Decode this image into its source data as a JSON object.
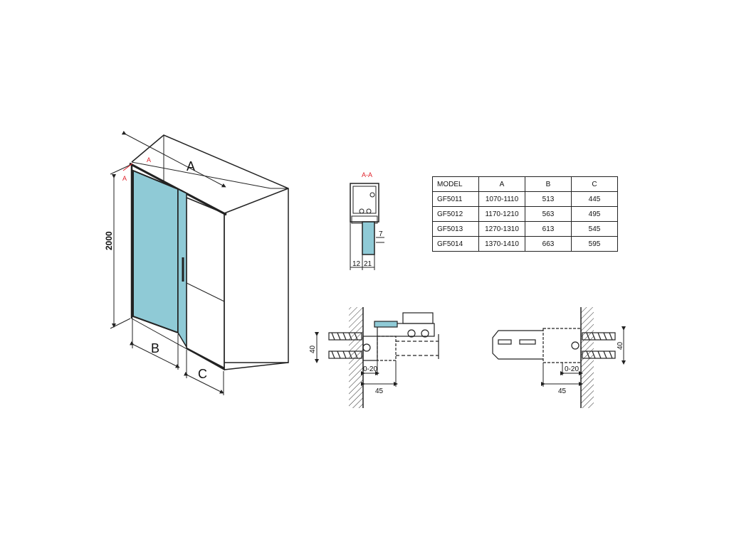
{
  "main_view": {
    "dim_a": "A",
    "dim_b": "B",
    "dim_c": "C",
    "dim_height": "2000",
    "section_marker": "A",
    "section_marker_arrow": "A"
  },
  "section_detail": {
    "title": "A-A",
    "dim_gap": "7",
    "dim_left": "12",
    "dim_right": "21"
  },
  "spec_table": {
    "headers": [
      "MODEL",
      "A",
      "B",
      "C"
    ],
    "rows": [
      [
        "GF5011",
        "1070-1110",
        "513",
        "445"
      ],
      [
        "GF5012",
        "1170-1210",
        "563",
        "495"
      ],
      [
        "GF5013",
        "1270-1310",
        "613",
        "545"
      ],
      [
        "GF5014",
        "1370-1410",
        "663",
        "595"
      ]
    ]
  },
  "wall_profile_left": {
    "dim_height": "40",
    "dim_adjust": "0-20",
    "dim_depth": "45"
  },
  "wall_profile_right": {
    "dim_height": "40",
    "dim_adjust": "0-20",
    "dim_depth": "45"
  },
  "colors": {
    "glass": "#8fcad6",
    "line": "#222222",
    "annotation_red": "#e0202a"
  }
}
